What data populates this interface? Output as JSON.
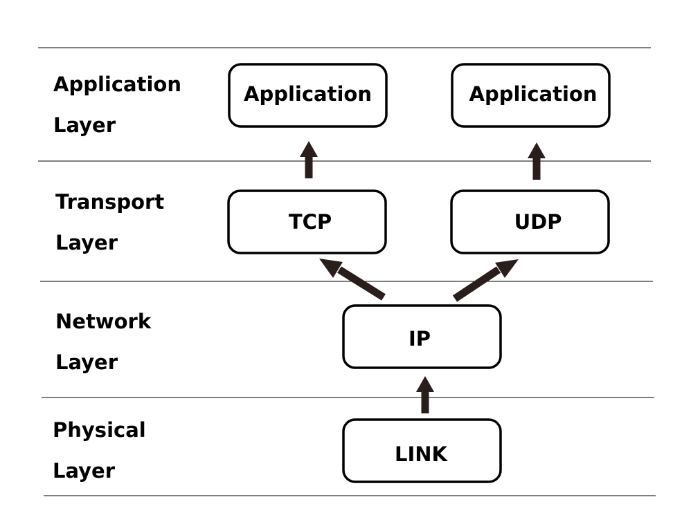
{
  "layers": [
    {
      "id": "application",
      "line1": "Application",
      "line2": "Layer"
    },
    {
      "id": "transport",
      "line1": "Transport",
      "line2": "Layer"
    },
    {
      "id": "network",
      "line1": "Network",
      "line2": "Layer"
    },
    {
      "id": "physical",
      "line1": "Physical",
      "line2": "Layer"
    }
  ],
  "nodes": {
    "app_left": "Application",
    "app_right": "Application",
    "tcp": "TCP",
    "udp": "UDP",
    "ip": "IP",
    "link": "LINK"
  },
  "colors": {
    "arrow": "#2a1e1c",
    "line": "#000000",
    "background": "#ffffff"
  }
}
